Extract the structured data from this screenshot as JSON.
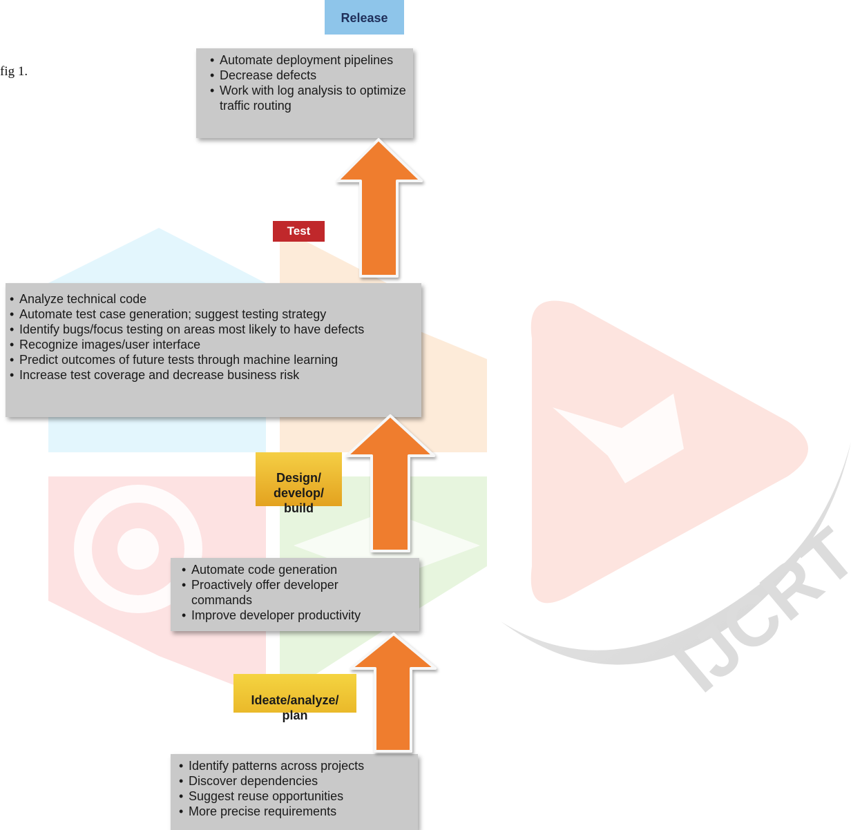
{
  "figure_label": "fig 1.",
  "watermark_text": "IJCRT",
  "stages": {
    "release": "Release",
    "test": "Test",
    "design": "Design/\ndevelop/\nbuild",
    "ideate": "Ideate/analyze/\nplan"
  },
  "boxes": {
    "release": [
      "Automate deployment pipelines",
      "Decrease defects",
      "Work with log analysis to optimize traffic routing"
    ],
    "test": [
      "Analyze technical code",
      "Automate test case generation; suggest testing strategy",
      "Identify bugs/focus testing on areas most likely to have defects",
      "Recognize images/user interface",
      "Predict outcomes of future tests through machine learning",
      "Increase test coverage and decrease business risk"
    ],
    "design": [
      "Automate code generation",
      "Proactively offer developer commands",
      "Improve developer productivity"
    ],
    "ideate": [
      "Identify patterns across projects",
      "Discover dependencies",
      "Suggest reuse opportunities",
      "More precise requirements"
    ]
  },
  "colors": {
    "box": "#c9c9c9",
    "arrow": "#ef7d2d",
    "release_tag": "#8ec5ea",
    "test_tag": "#c0282b",
    "yellow_tag": "#f2c12e"
  }
}
